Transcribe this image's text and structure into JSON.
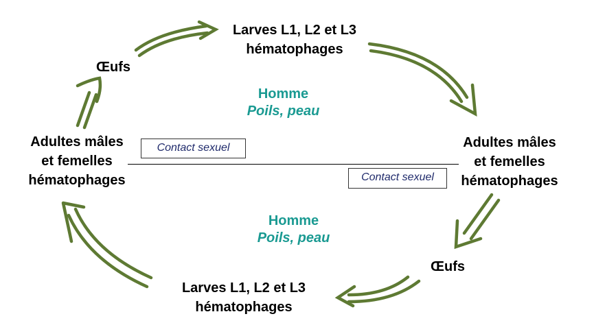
{
  "colors": {
    "arrow": "#5e7a33",
    "host_text": "#1a9a92",
    "contact_text": "#1f2a6b"
  },
  "upper_cycle": {
    "eggs": "Œufs",
    "larvae_line1": "Larves L1, L2 et L3",
    "larvae_line2": "hématophages",
    "adults_left_line1": "Adultes mâles",
    "adults_left_line2": "et femelles",
    "adults_left_line3": "hématophages",
    "adults_right_line1": "Adultes mâles",
    "adults_right_line2": "et femelles",
    "adults_right_line3": "hématophages",
    "host_line1": "Homme",
    "host_line2": "Poils, peau"
  },
  "lower_cycle": {
    "eggs": "Œufs",
    "larvae_line1": "Larves L1, L2 et L3",
    "larvae_line2": "hématophages",
    "host_line1": "Homme",
    "host_line2": "Poils, peau"
  },
  "contact_left": "Contact sexuel",
  "contact_right": "Contact sexuel"
}
